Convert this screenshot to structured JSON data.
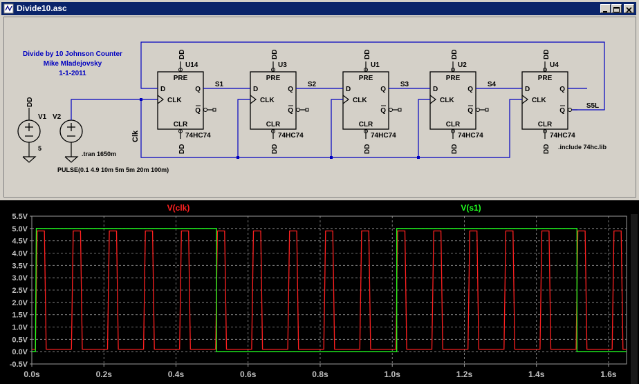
{
  "window": {
    "title": "Divide10.asc",
    "minimize_label": "_",
    "maximize_label": "□",
    "close_label": "✕"
  },
  "schematic": {
    "header_lines": [
      "Divide by 10 Johnson Counter",
      "Mike Mladejovsky",
      "1-1-2011"
    ],
    "sources": [
      {
        "name": "V1",
        "value": "5",
        "node": "DD"
      },
      {
        "name": "V2",
        "value": "PULSE(0.1 4.9 10m 5m 5m 20m 100m)"
      }
    ],
    "tran_directive": ".tran 1650m",
    "include_directive": ".include 74hc.lib",
    "clock_net_label": "Clk",
    "flipflops": [
      {
        "ref": "U14",
        "model": "74HC74",
        "out_net": "S1"
      },
      {
        "ref": "U3",
        "model": "74HC74",
        "out_net": "S2"
      },
      {
        "ref": "U1",
        "model": "74HC74",
        "out_net": "S3"
      },
      {
        "ref": "U2",
        "model": "74HC74",
        "out_net": "S4"
      },
      {
        "ref": "U4",
        "model": "74HC74",
        "out_net": "S5L"
      }
    ],
    "pin_labels": {
      "pre": "PRE",
      "clr": "CLR",
      "d": "D",
      "q": "Q",
      "qbar": "Q",
      "clk": "CLK",
      "supply": "DD"
    }
  },
  "waveform": {
    "traces": [
      {
        "name": "V(clk)",
        "color": "#ff2020"
      },
      {
        "name": "V(s1)",
        "color": "#20ff20"
      }
    ],
    "y_ticks": [
      "5.5V",
      "5.0V",
      "4.5V",
      "4.0V",
      "3.5V",
      "3.0V",
      "2.5V",
      "2.0V",
      "1.5V",
      "1.0V",
      "0.5V",
      "0.0V",
      "-0.5V"
    ],
    "x_ticks": [
      "0.0s",
      "0.2s",
      "0.4s",
      "0.6s",
      "0.8s",
      "1.0s",
      "1.2s",
      "1.4s",
      "1.6s"
    ],
    "xlim": [
      0,
      1.65
    ],
    "ylim": [
      -0.5,
      5.5
    ],
    "grid": true
  },
  "chart_data": {
    "type": "line",
    "title": "",
    "xlabel": "",
    "ylabel": "",
    "xlim": [
      0,
      1.65
    ],
    "ylim": [
      -0.5,
      5.5
    ],
    "series": [
      {
        "name": "V(clk)",
        "pulse": {
          "v_low": 0.1,
          "v_high": 4.9,
          "delay": 0.01,
          "rise": 0.005,
          "fall": 0.005,
          "on": 0.02,
          "period": 0.1
        }
      },
      {
        "name": "V(s1)",
        "x": [
          0,
          0.01,
          0.0125,
          0.5125,
          0.5125,
          1.0125,
          1.0125,
          1.5125,
          1.5125,
          1.65
        ],
        "y": [
          0.0,
          0.0,
          5.0,
          5.0,
          0.0,
          0.0,
          5.0,
          5.0,
          0.0,
          0.0
        ]
      }
    ]
  }
}
